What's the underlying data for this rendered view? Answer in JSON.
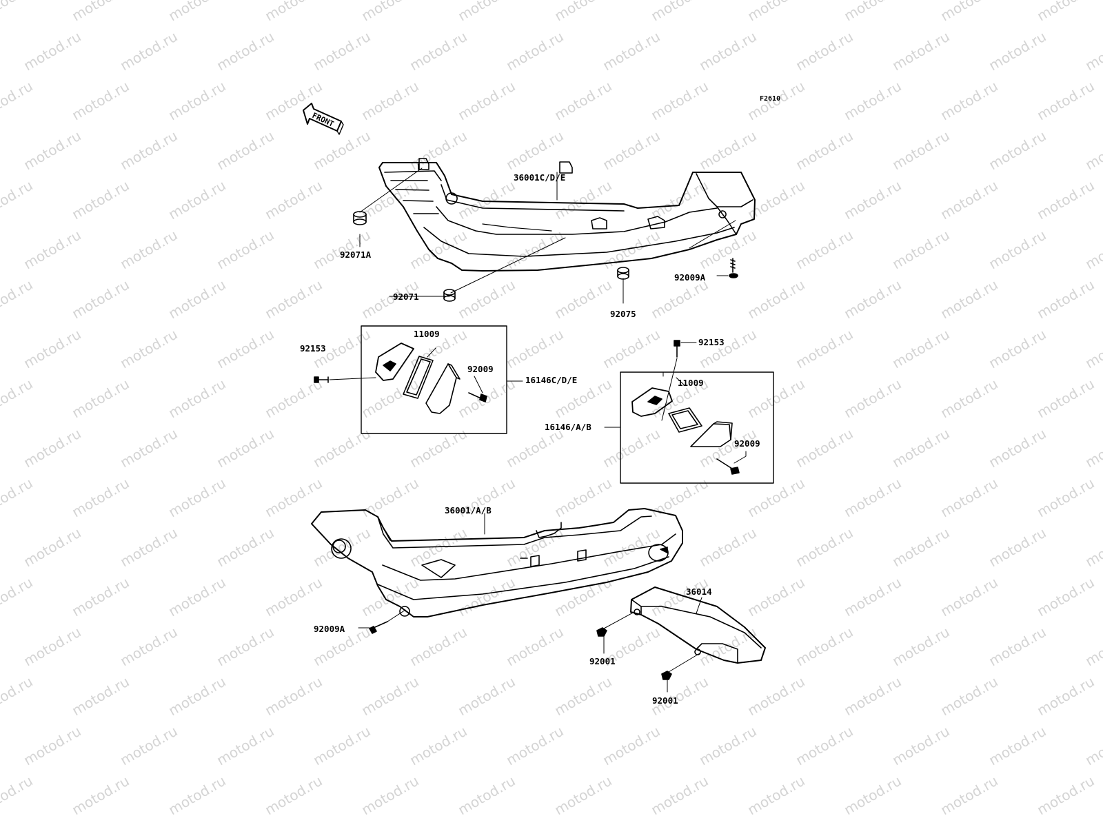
{
  "diagram": {
    "figure_code": "F2610",
    "front_arrow_text": "FRONT",
    "watermark_text": "motod.ru",
    "callouts": {
      "c_36001CDE": "36001C/D/E",
      "c_92071A": "92071A",
      "c_92071": "92071",
      "c_92075": "92075",
      "c_92009A_top": "92009A",
      "c_92153_left": "92153",
      "c_11009_left": "11009",
      "c_92009_left": "92009",
      "c_16146CDE": "16146C/D/E",
      "c_92153_right": "92153",
      "c_11009_right": "11009",
      "c_16146AB": "16146/A/B",
      "c_92009_right": "92009",
      "c_36001AB": "36001/A/B",
      "c_36014": "36014",
      "c_92009A_bottom": "92009A",
      "c_92001_a": "92001",
      "c_92001_b": "92001"
    }
  }
}
